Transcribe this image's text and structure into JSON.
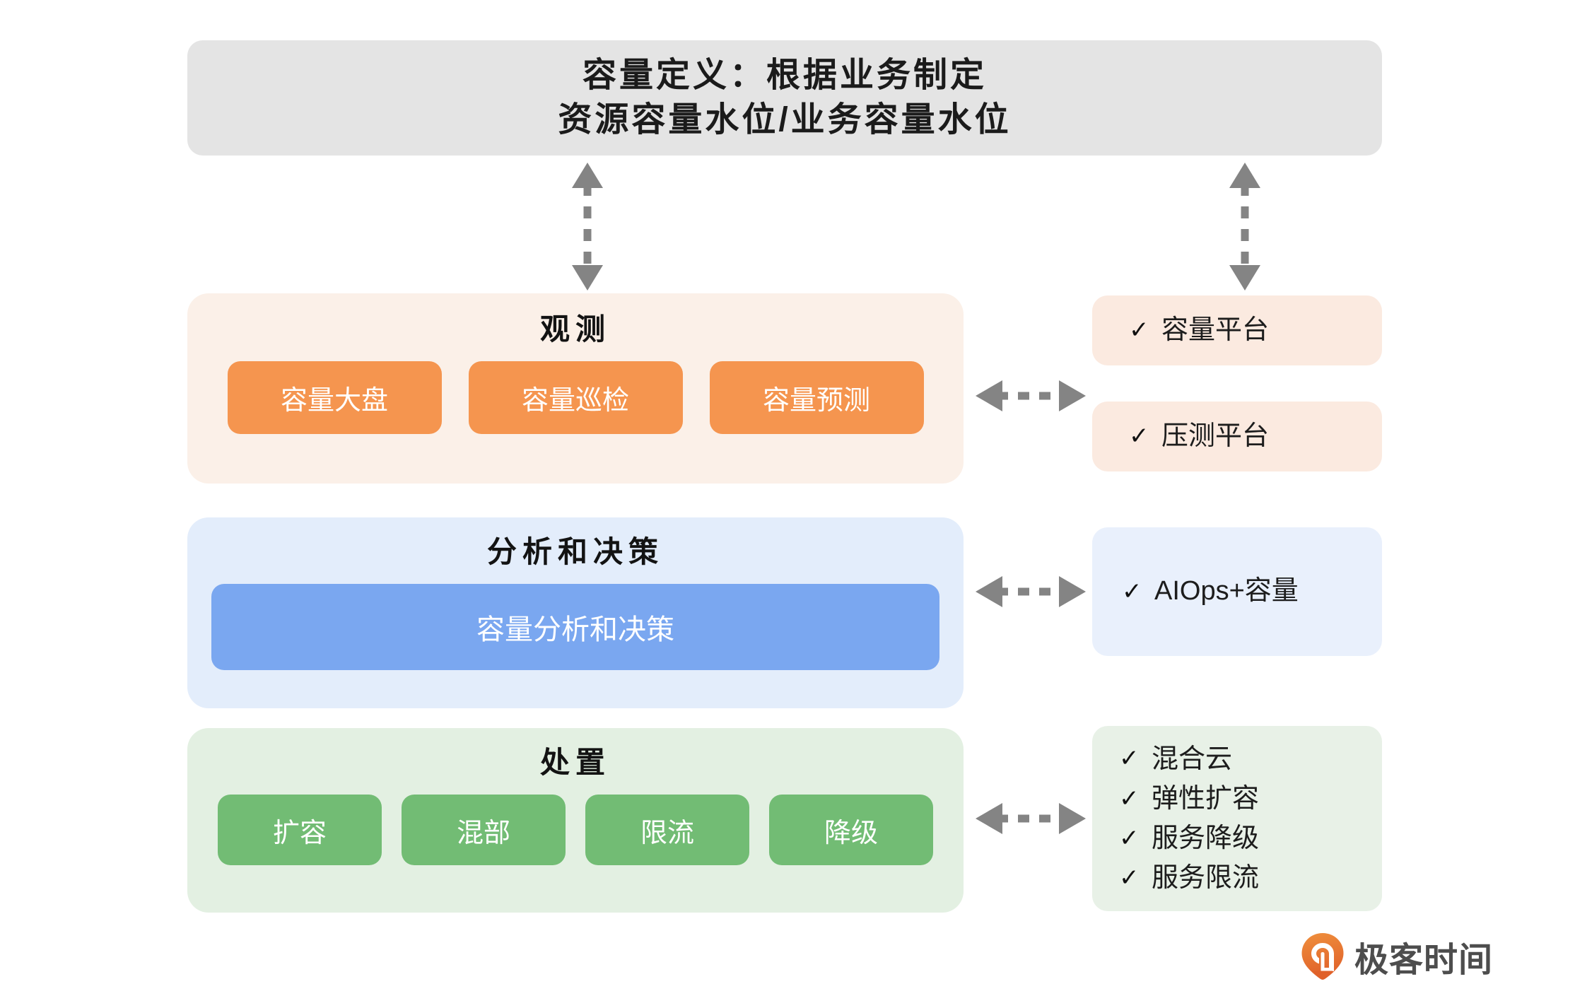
{
  "header": {
    "line1": "容量定义：根据业务制定",
    "line2": "资源容量水位/业务容量水位"
  },
  "stages": {
    "observe": {
      "title": "观测",
      "chips": [
        "容量大盘",
        "容量巡检",
        "容量预测"
      ]
    },
    "analyse": {
      "title": "分析和决策",
      "chip": "容量分析和决策"
    },
    "dispose": {
      "title": "处置",
      "chips": [
        "扩容",
        "混部",
        "限流",
        "降级"
      ]
    }
  },
  "side": {
    "capacity_platform": "容量平台",
    "stress_platform": "压测平台",
    "aiops": "AIOps+容量",
    "dispose_items": [
      "混合云",
      "弹性扩容",
      "服务降级",
      "服务限流"
    ],
    "check_glyph": "✓"
  },
  "brand": {
    "name": "极客时间"
  },
  "colors": {
    "header_bg": "#e4e4e4",
    "observe_bg": "#fbf0e8",
    "observe_chip": "#f5954f",
    "analyse_bg": "#e3edfb",
    "analyse_chip": "#7aa7f0",
    "dispose_bg": "#e3f0e2",
    "dispose_chip": "#72bc74",
    "arrow": "#848484",
    "brand_orange": "#e8762c"
  }
}
